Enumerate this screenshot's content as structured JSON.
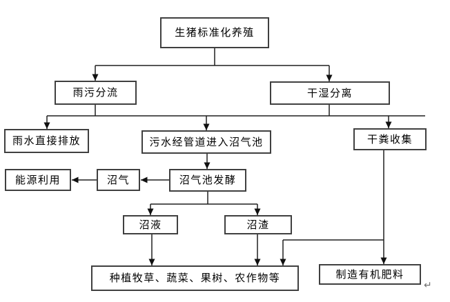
{
  "nodes": [
    {
      "id": "pig-farming",
      "label": "生猪标准化养殖"
    },
    {
      "id": "rain-sewage-diversion",
      "label": "雨污分流"
    },
    {
      "id": "dry-wet-separation",
      "label": "干湿分离"
    },
    {
      "id": "rainwater-discharge",
      "label": "雨水直接排放"
    },
    {
      "id": "sewage-to-digester",
      "label": "污水经管道进入沼气池"
    },
    {
      "id": "dry-manure-collection",
      "label": "干粪收集"
    },
    {
      "id": "energy-use",
      "label": "能源利用"
    },
    {
      "id": "biogas",
      "label": "沼气"
    },
    {
      "id": "digester-fermentation",
      "label": "沼气池发酵"
    },
    {
      "id": "biogas-slurry",
      "label": "沼液"
    },
    {
      "id": "biogas-residue",
      "label": "沼渣"
    },
    {
      "id": "planting",
      "label": "种植牧草、蔬菜、果树、农作物等"
    },
    {
      "id": "organic-fertilizer",
      "label": "制造有机肥料"
    }
  ],
  "edges": [
    {
      "from": "pig-farming",
      "to": "rain-sewage-diversion"
    },
    {
      "from": "pig-farming",
      "to": "dry-wet-separation"
    },
    {
      "from": "rain-sewage-diversion",
      "to": "rainwater-discharge"
    },
    {
      "from": "rain-sewage-diversion",
      "to": "sewage-to-digester"
    },
    {
      "from": "dry-wet-separation",
      "to": "sewage-to-digester"
    },
    {
      "from": "dry-wet-separation",
      "to": "dry-manure-collection"
    },
    {
      "from": "sewage-to-digester",
      "to": "digester-fermentation"
    },
    {
      "from": "digester-fermentation",
      "to": "biogas"
    },
    {
      "from": "biogas",
      "to": "energy-use"
    },
    {
      "from": "digester-fermentation",
      "to": "biogas-slurry"
    },
    {
      "from": "digester-fermentation",
      "to": "biogas-residue"
    },
    {
      "from": "biogas-slurry",
      "to": "planting"
    },
    {
      "from": "biogas-residue",
      "to": "planting"
    },
    {
      "from": "dry-manure-collection",
      "to": "planting"
    },
    {
      "from": "dry-manure-collection",
      "to": "organic-fertilizer"
    }
  ],
  "marks": {
    "paragraph_mark": "↵"
  },
  "colors": {
    "background": "#ffffff",
    "box_fill": "#ffffff",
    "box_border": "#3f3f3f",
    "line": "#1f1f1f",
    "text": "#000000",
    "paragraph_mark": "#6f6f6f"
  }
}
